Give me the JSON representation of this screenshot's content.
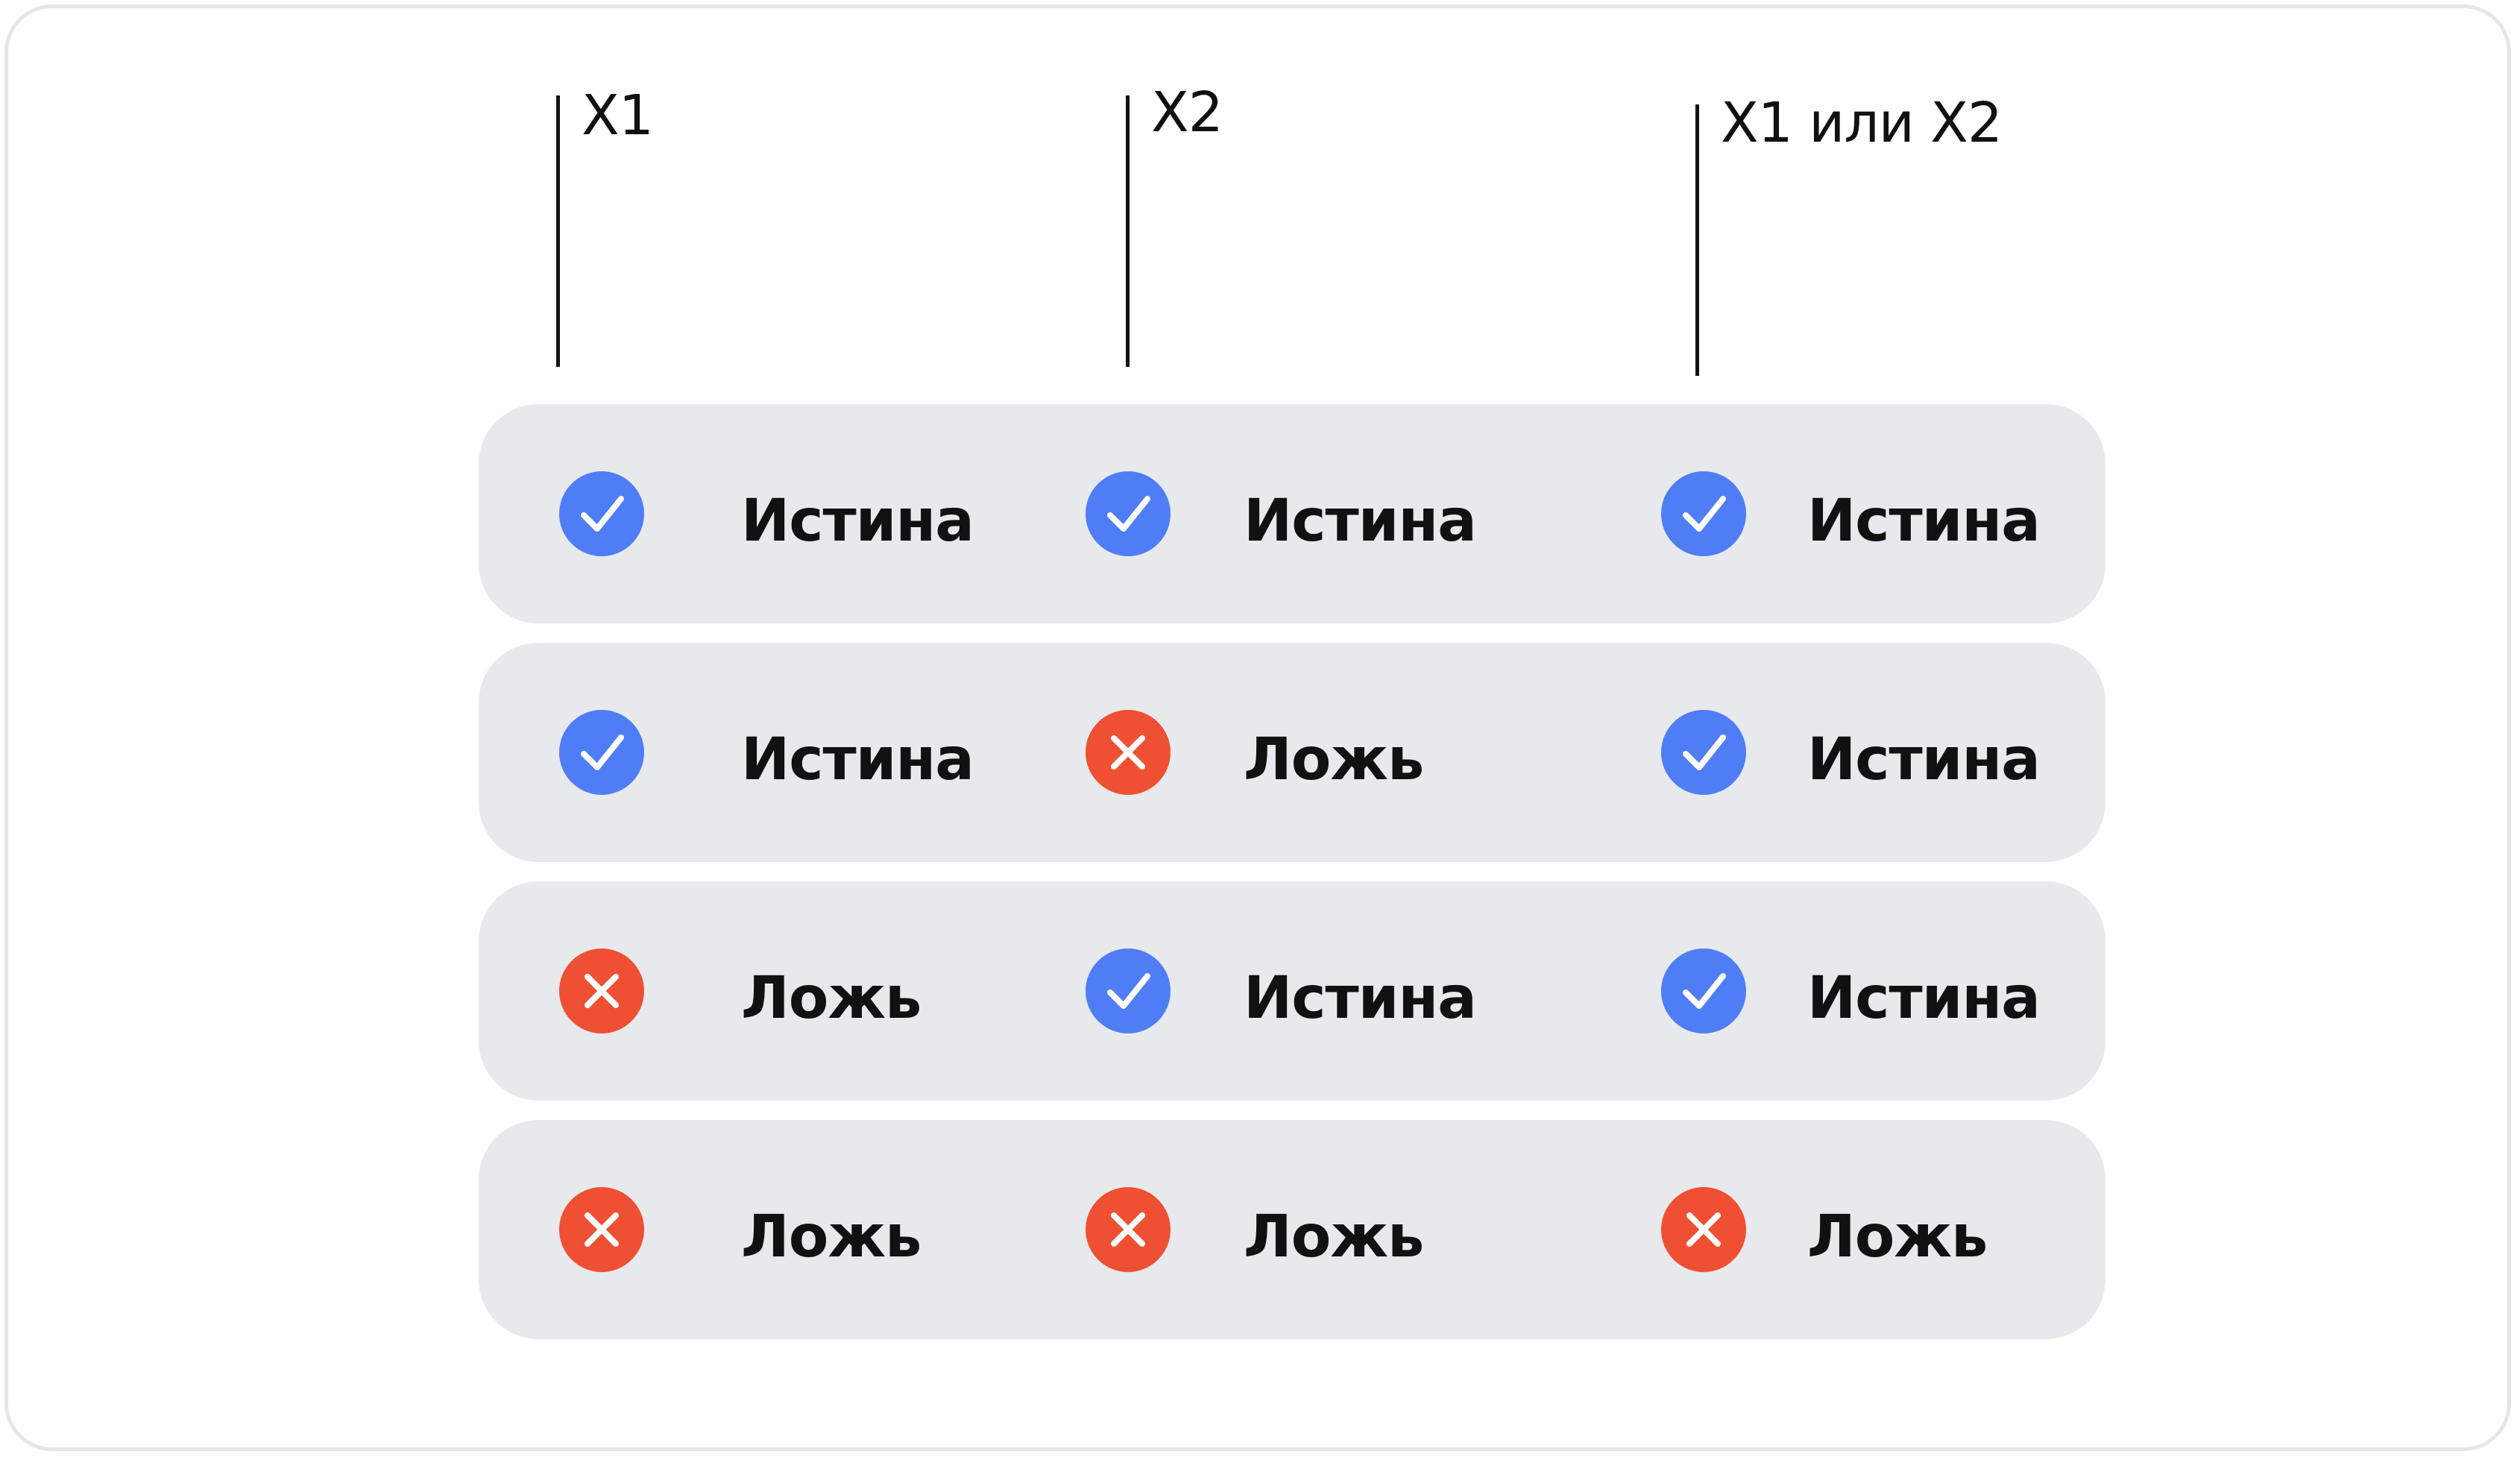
{
  "colors": {
    "true": "#4f7df5",
    "false": "#ef5033",
    "row_bg": "#e8e9ec"
  },
  "columns": [
    {
      "label": "X1"
    },
    {
      "label": "X2"
    },
    {
      "label": "X1 или X2"
    }
  ],
  "rows": [
    {
      "cells": [
        {
          "value": "Истина",
          "icon": "check-circle-icon"
        },
        {
          "value": "Истина",
          "icon": "check-circle-icon"
        },
        {
          "value": "Истина",
          "icon": "check-circle-icon"
        }
      ]
    },
    {
      "cells": [
        {
          "value": "Истина",
          "icon": "check-circle-icon"
        },
        {
          "value": "Ложь",
          "icon": "cross-circle-icon"
        },
        {
          "value": "Истина",
          "icon": "check-circle-icon"
        }
      ]
    },
    {
      "cells": [
        {
          "value": "Ложь",
          "icon": "cross-circle-icon"
        },
        {
          "value": "Истина",
          "icon": "check-circle-icon"
        },
        {
          "value": "Истина",
          "icon": "check-circle-icon"
        }
      ]
    },
    {
      "cells": [
        {
          "value": "Ложь",
          "icon": "cross-circle-icon"
        },
        {
          "value": "Ложь",
          "icon": "cross-circle-icon"
        },
        {
          "value": "Ложь",
          "icon": "cross-circle-icon"
        }
      ]
    }
  ]
}
